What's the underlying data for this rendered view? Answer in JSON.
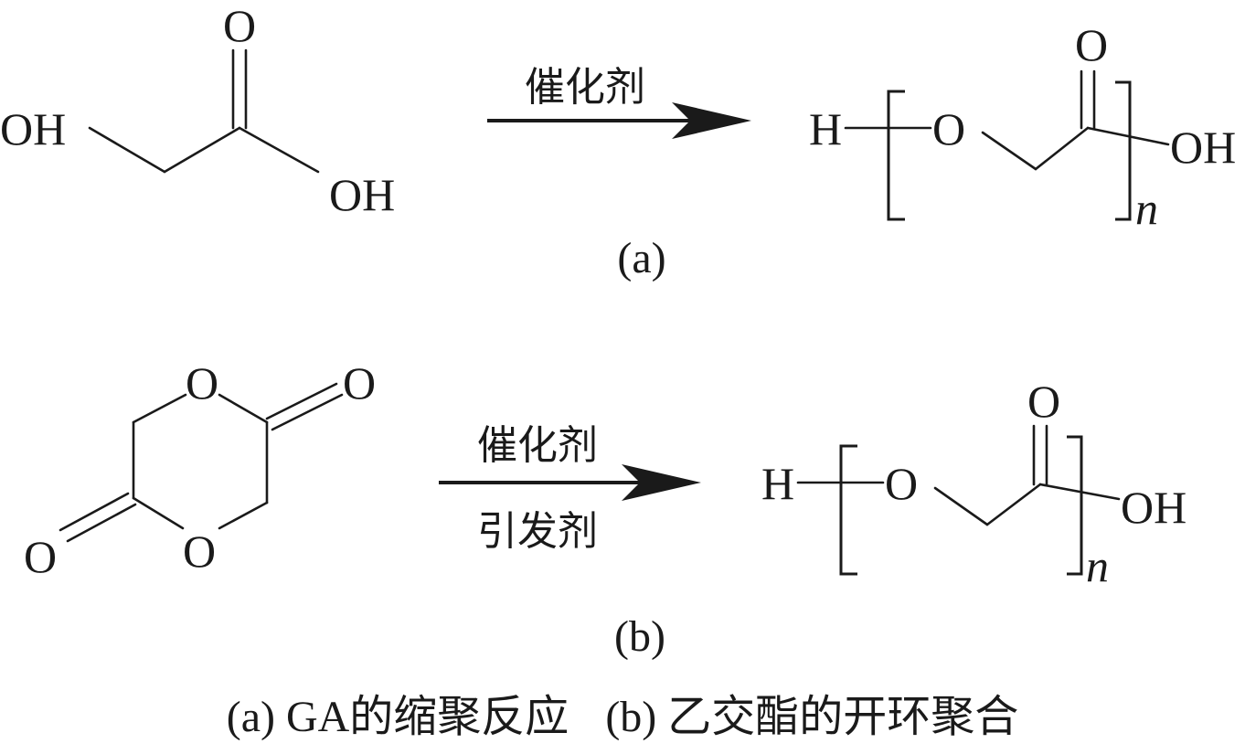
{
  "reaction_a": {
    "reactant_atoms": {
      "ho": "OH",
      "carbonyl_o": "O",
      "acid_oh": "OH"
    },
    "catalyst": "催化剂",
    "product_atoms": {
      "h": "H",
      "o": "O",
      "carbonyl_o": "O",
      "oh": "OH",
      "n": "n"
    },
    "label": "(a)"
  },
  "reaction_b": {
    "reactant_atoms": {
      "ring_o_top": "O",
      "ring_o_bottom": "O",
      "exo_o_right": "O",
      "exo_o_left": "O"
    },
    "catalyst": "催化剂",
    "initiator": "引发剂",
    "product_atoms": {
      "h": "H",
      "o": "O",
      "carbonyl_o": "O",
      "oh": "OH",
      "n": "n"
    },
    "label": "(b)"
  },
  "caption": {
    "part_a": "(a) GA的缩聚反应",
    "part_b": "(b) 乙交酯的开环聚合"
  }
}
